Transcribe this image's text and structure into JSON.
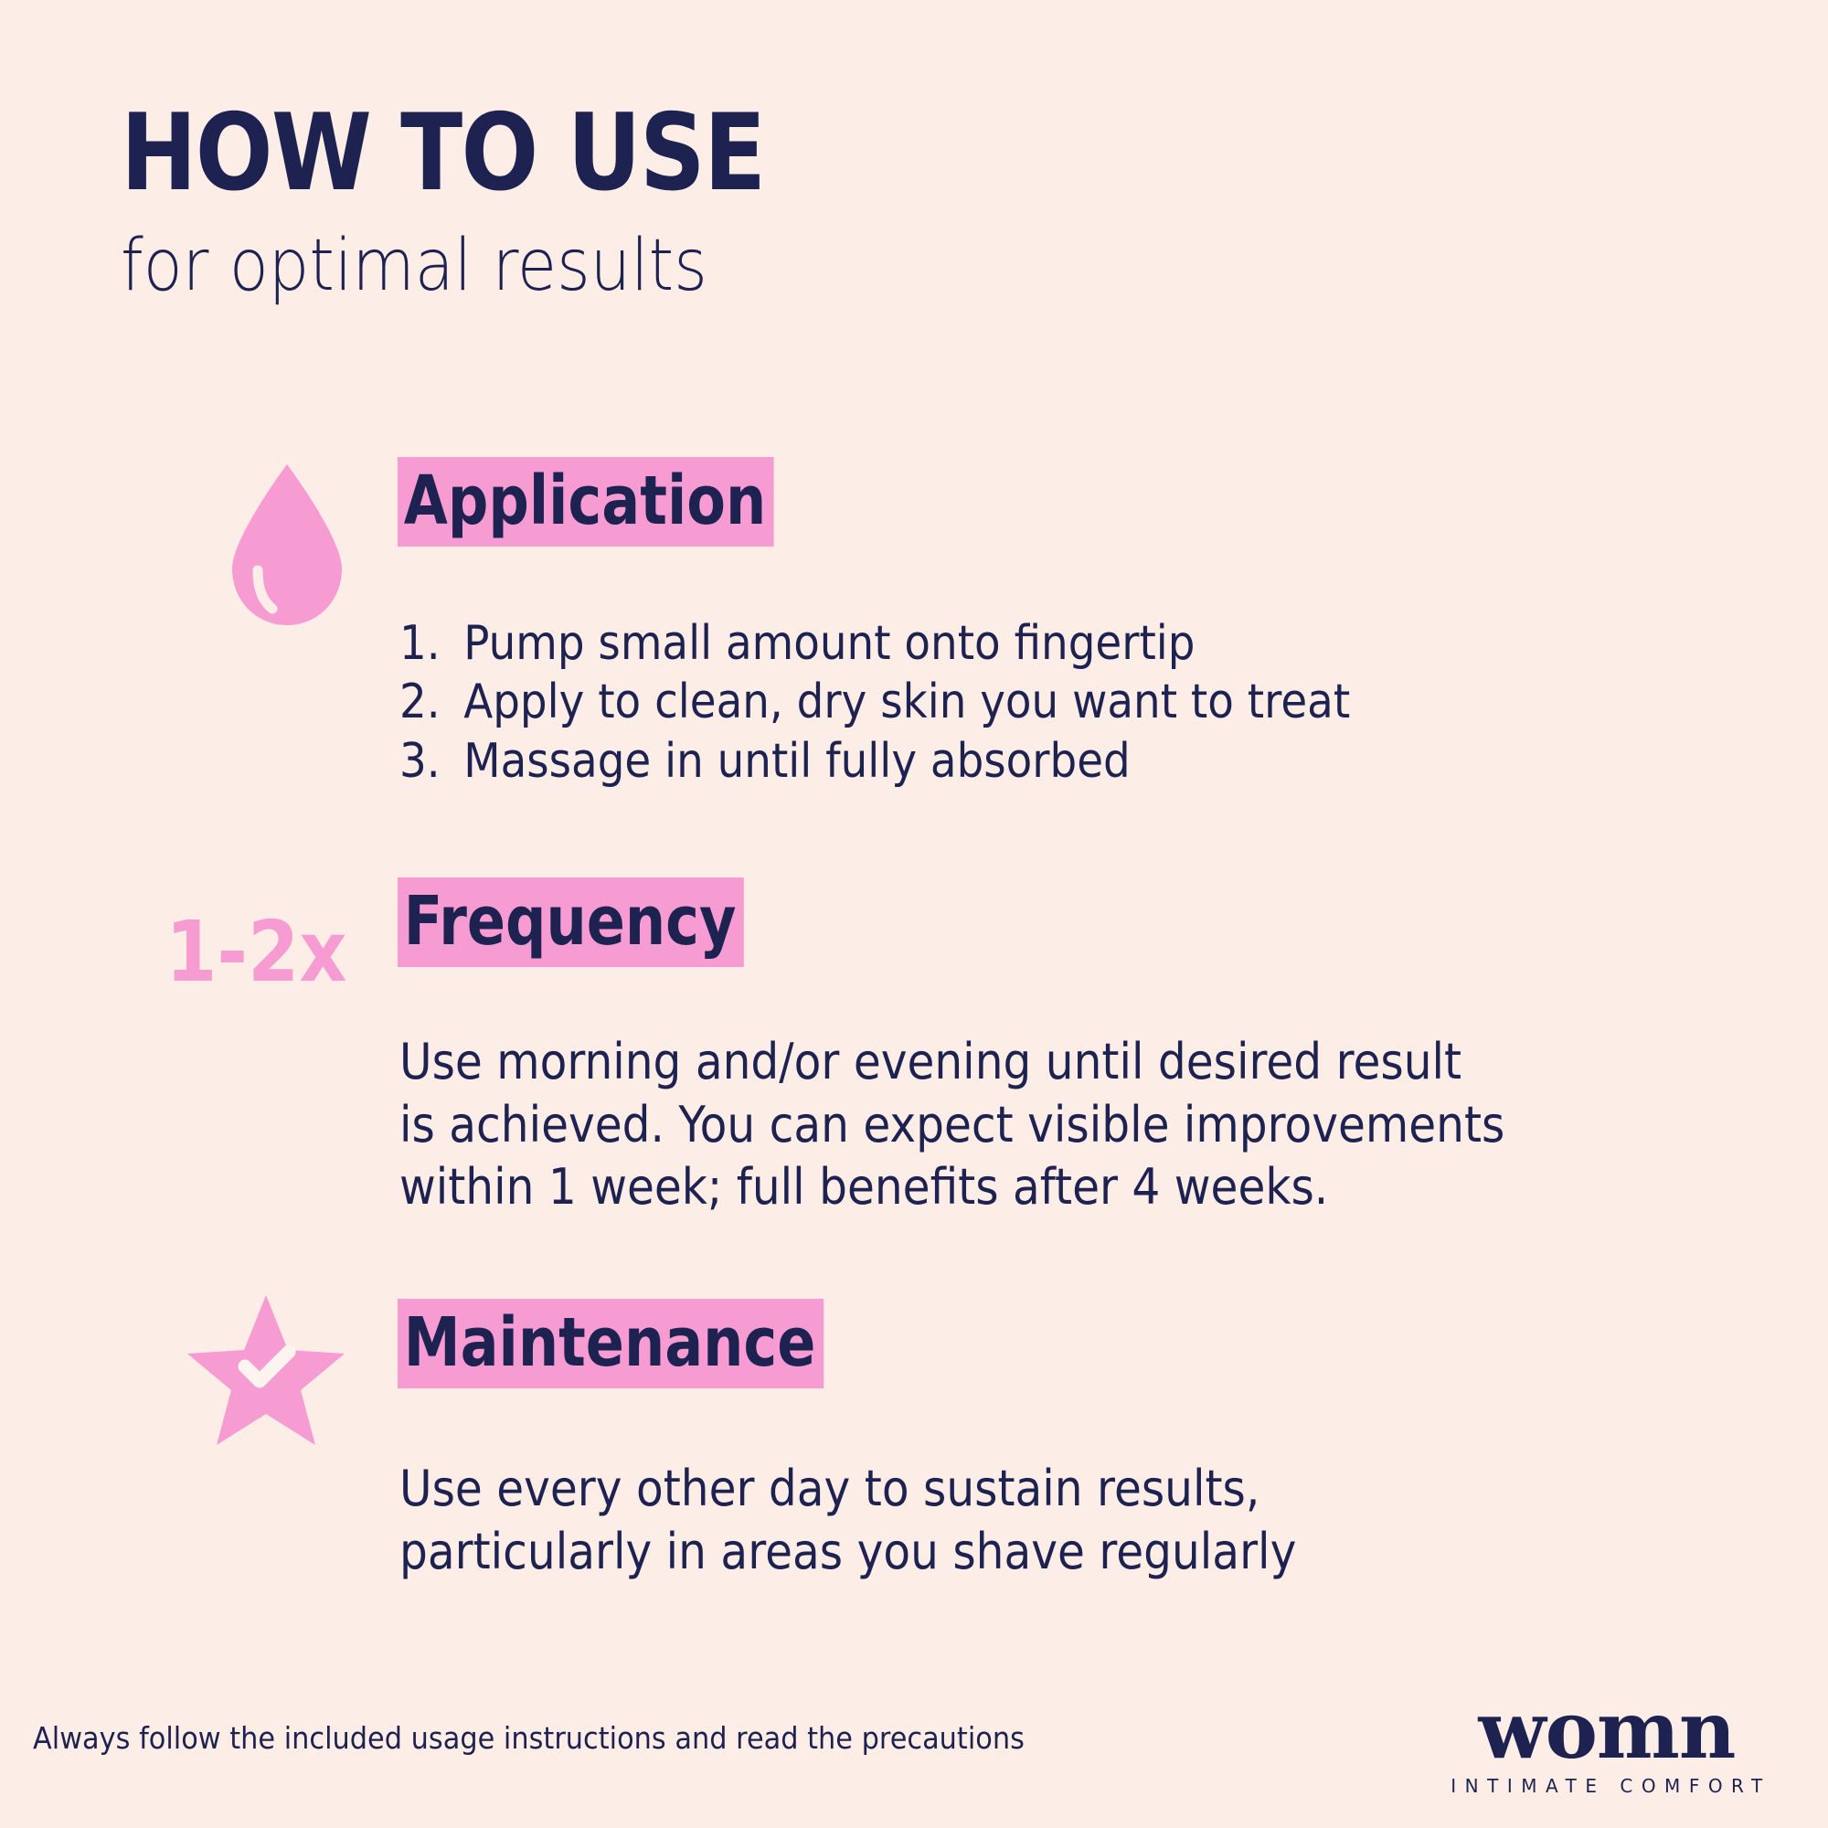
{
  "colors": {
    "background": "#FCEDE7",
    "navy": "#1D2250",
    "pink": "#F79BD3"
  },
  "header": {
    "title": "HOW TO USE",
    "subtitle": "for optimal results"
  },
  "sections": [
    {
      "id": "application",
      "icon": "droplet-icon",
      "heading": "Application",
      "list": [
        {
          "num": "1.",
          "text": "Pump small amount onto fingertip"
        },
        {
          "num": "2.",
          "text": "Apply to clean, dry skin you want to treat"
        },
        {
          "num": "3.",
          "text": "Massage in until fully absorbed"
        }
      ]
    },
    {
      "id": "frequency",
      "icon": "frequency-badge",
      "badge": "1-2x",
      "heading": "Frequency",
      "paragraph_lines": [
        "Use morning and/or evening until desired result",
        "is achieved. You can expect visible improvements",
        "within 1 week; full benefits after 4 weeks."
      ]
    },
    {
      "id": "maintenance",
      "icon": "star-check-icon",
      "heading": "Maintenance",
      "paragraph_lines": [
        "Use every other day to sustain results,",
        "particularly in areas you shave regularly"
      ]
    }
  ],
  "footer": {
    "disclaimer": "Always follow the included usage instructions and read the precautions",
    "logo": {
      "word": "womn",
      "tagline": "INTIMATE COMFORT"
    }
  }
}
